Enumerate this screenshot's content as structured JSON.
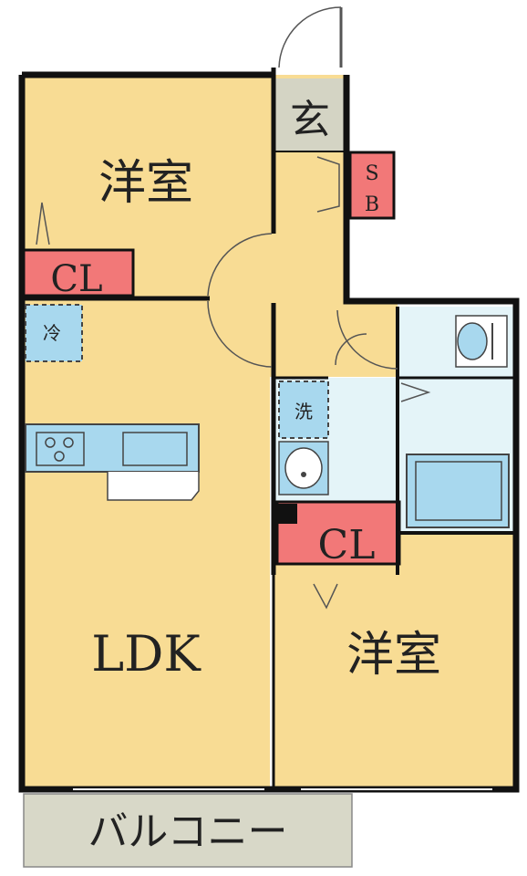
{
  "rooms": {
    "western_room_1": "洋室",
    "western_room_2": "洋室",
    "ldk": "LDK",
    "entrance": "玄",
    "balcony": "バルコニー"
  },
  "storage": {
    "closet_1": "CL",
    "closet_2": "CL",
    "shoe_box_top": "S",
    "shoe_box_bottom": "B"
  },
  "appliances": {
    "fridge": "冷",
    "washer": "洗"
  },
  "colors": {
    "room_floor": "#f8dc94",
    "wet_area": "#e4f4f8",
    "closet": "#f27878",
    "balcony": "#d8d8c8",
    "entrance": "#d4d4c4",
    "wall": "#111111",
    "fixture": "#a8d8ee"
  }
}
